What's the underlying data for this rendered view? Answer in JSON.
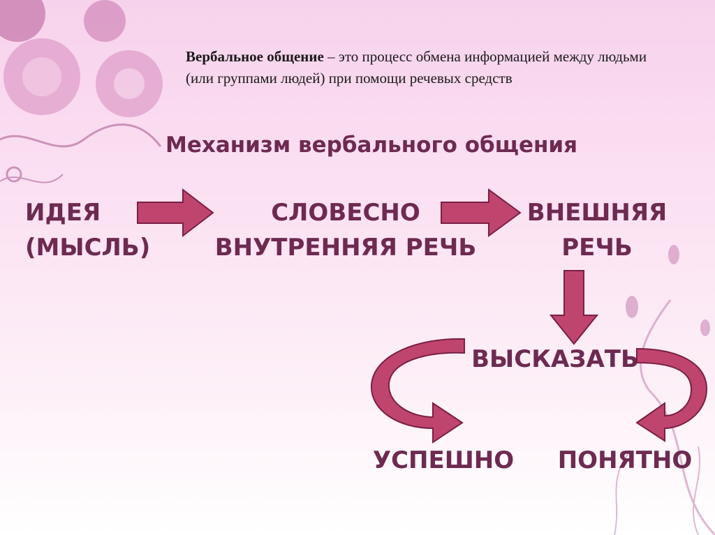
{
  "definition": {
    "term": "Вербальное общение",
    "text": " – это процесс обмена информацией между людьми (или группами людей) при помощи речевых средств"
  },
  "diagram": {
    "title": "Механизм вербального общения",
    "nodes": {
      "idea": [
        "ИДЕЯ",
        "(МЫСЛЬ)"
      ],
      "inner_speech": [
        "СЛОВЕСНО",
        "ВНУТРЕННЯЯ РЕЧЬ"
      ],
      "outer_speech": [
        "ВНЕШНЯЯ",
        "РЕЧЬ"
      ],
      "say": "ВЫСКАЗАТЬ",
      "success": "УСПЕШНО",
      "clear": "ПОНЯТНО"
    }
  },
  "colors": {
    "text": "#6e2a50",
    "arrow_fill": "#c0456e",
    "arrow_stroke": "#7a1f45"
  }
}
